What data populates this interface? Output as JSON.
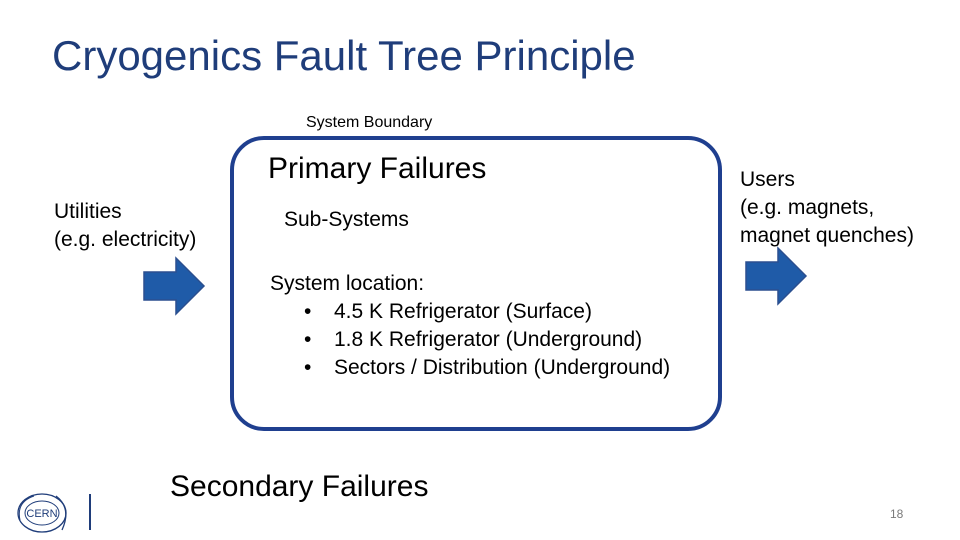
{
  "slide": {
    "title": "Cryogenics Fault Tree Principle",
    "page_number": "18"
  },
  "diagram": {
    "boundary_label": "System Boundary",
    "primary_failures": "Primary Failures",
    "sub_systems": "Sub-Systems",
    "utilities": {
      "line1": "Utilities",
      "line2": "(e.g. electricity)"
    },
    "users": {
      "line1": "Users",
      "line2": "(e.g. magnets,",
      "line3": "magnet quenches)"
    },
    "system_location": {
      "heading": "System location:",
      "bullet": "•",
      "items": [
        "4.5 K Refrigerator (Surface)",
        "1.8 K Refrigerator (Underground)",
        "Sectors / Distribution (Underground)"
      ]
    },
    "secondary_failures": "Secondary Failures",
    "arrow_color": "#1f5ba8",
    "boundary_color": "#1f3f8f"
  },
  "branding": {
    "logo_text": "CERN",
    "logo_icon": "cern-logo-icon"
  }
}
